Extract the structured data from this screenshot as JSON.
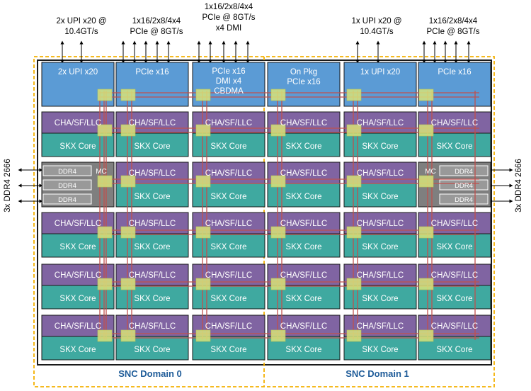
{
  "top_labels": [
    {
      "lines": [
        "2x UPI x20 @",
        "10.4GT/s"
      ]
    },
    {
      "lines": [
        "1x16/2x8/4x4",
        "PCIe @ 8GT/s"
      ]
    },
    {
      "lines": [
        "1x16/2x8/4x4",
        "PCIe @ 8GT/s",
        "x4 DMI"
      ]
    },
    {
      "lines": [
        "1x UPI x20 @",
        "10.4GT/s"
      ]
    },
    {
      "lines": [
        "1x16/2x8/4x4",
        "PCIe @ 8GT/s"
      ]
    }
  ],
  "top_tiles": [
    {
      "lines": [
        "2x UPI x20"
      ]
    },
    {
      "lines": [
        "PCIe x16"
      ]
    },
    {
      "lines": [
        "PCIe x16",
        "DMI x4",
        "CBDMA"
      ]
    },
    {
      "lines": [
        "On Pkg",
        "PCIe x16"
      ]
    },
    {
      "lines": [
        "1x UPI x20"
      ]
    },
    {
      "lines": [
        "PCIe x16"
      ]
    }
  ],
  "cha_label": "CHA/SF/LLC",
  "core_label": "SKX Core",
  "memory_controller": {
    "label": "MC",
    "channels": [
      "DDR4",
      "DDR4",
      "DDR4"
    ]
  },
  "side_labels": {
    "left": "3x DDR4 2666",
    "right": "3x DDR4 2666"
  },
  "domains": {
    "left": "SNC Domain 0",
    "right": "SNC Domain 1"
  },
  "colors": {
    "upi_pcie_tile": "#5b9bd5",
    "cha": "#8064a2",
    "core": "#3fa9a0",
    "mc": "#7f7f7f",
    "mesh_line": "#c0504d",
    "mesh_stop": "#d6e37a",
    "domain_border": "#f4b000",
    "domain_text": "#1f5c99"
  }
}
